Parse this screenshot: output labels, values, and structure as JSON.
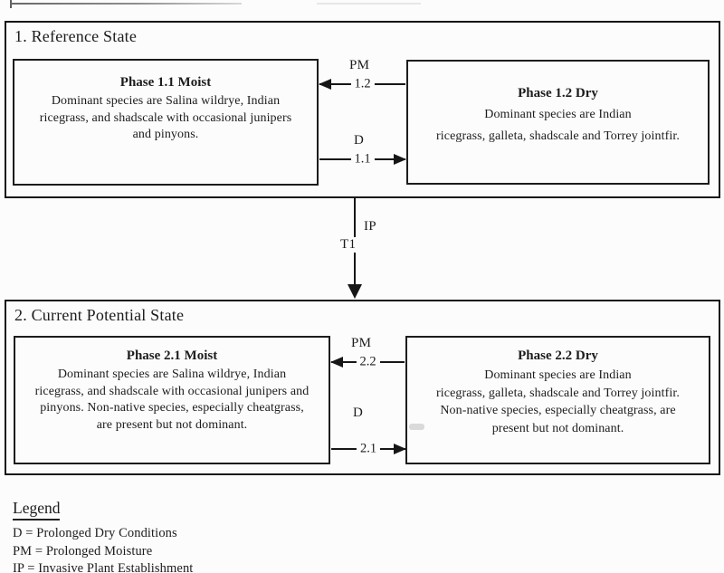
{
  "colors": {
    "ink": "#161616",
    "paper": "#fcfcfc"
  },
  "state1": {
    "title": "1. Reference State",
    "phase11": {
      "title": "Phase 1.1 Moist",
      "lines": [
        "Dominant species are Salina wildrye, Indian",
        "ricegrass, and shadscale with occasional junipers",
        "and pinyons."
      ]
    },
    "phase12": {
      "title": "Phase 1.2 Dry",
      "lines": [
        "Dominant species are Indian",
        "ricegrass, galleta, shadscale and Torrey jointfir."
      ]
    },
    "pm_arrow": {
      "label": "PM",
      "code": "1.2"
    },
    "d_arrow": {
      "label": "D",
      "code": "1.1"
    }
  },
  "transition": {
    "ip_label": "IP",
    "t1_label": "T1"
  },
  "state2": {
    "title": "2. Current Potential State",
    "phase21": {
      "title": "Phase 2.1 Moist",
      "lines": [
        "Dominant species are Salina wildrye, Indian",
        "ricegrass, and shadscale with occasional junipers and",
        "pinyons. Non-native species, especially cheatgrass,",
        "are present but not dominant."
      ]
    },
    "phase22": {
      "title": "Phase 2.2 Dry",
      "lines": [
        "Dominant species are Indian",
        "ricegrass, galleta, shadscale and Torrey jointfir.",
        "Non-native species, especially cheatgrass, are",
        "present but not dominant."
      ]
    },
    "pm_arrow": {
      "label": "PM",
      "code": "2.2"
    },
    "d_arrow": {
      "label": "D",
      "code": "2.1"
    }
  },
  "legend": {
    "title": "Legend",
    "items": [
      "D = Prolonged Dry Conditions",
      "PM = Prolonged Moisture",
      "IP = Invasive Plant Establishment"
    ]
  }
}
